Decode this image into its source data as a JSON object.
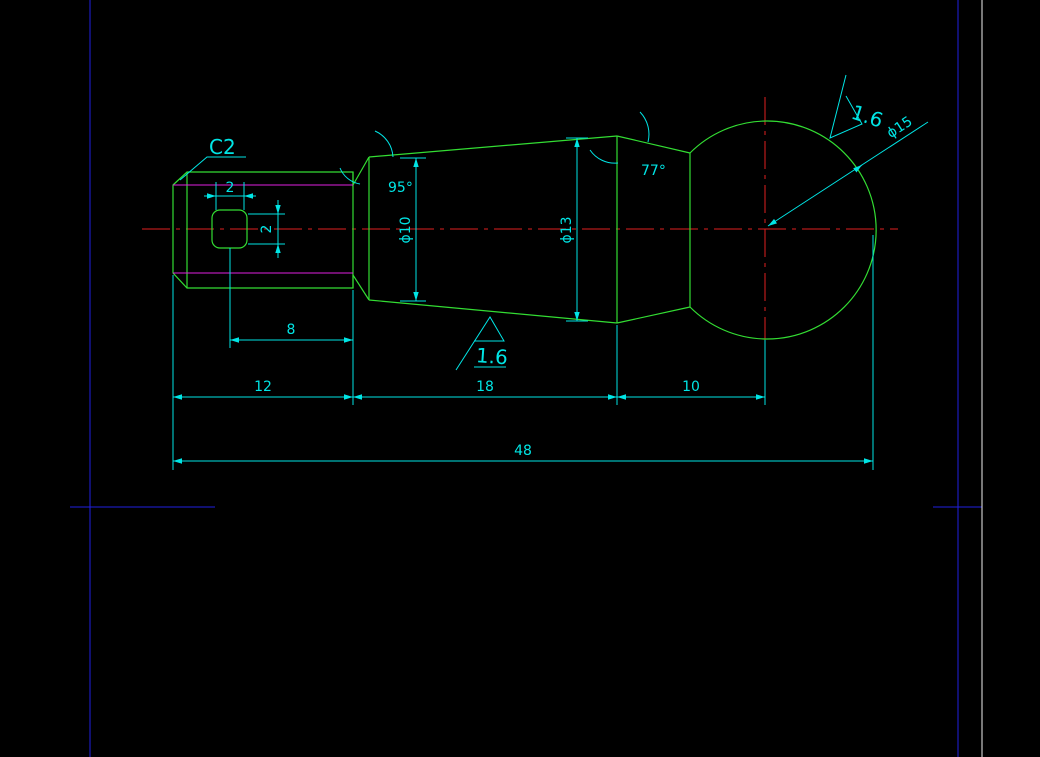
{
  "colors": {
    "background": "#000000",
    "outline": "#33dd33",
    "dimension": "#00e5e5",
    "centerline": "#e02020",
    "hidden": "#e020e0",
    "frame": "#2020e0"
  },
  "drawing": {
    "chamfer_note": "C2",
    "dimensions": {
      "length_12": "12",
      "length_18": "18",
      "length_10": "10",
      "length_48": "48",
      "length_8": "8",
      "slot_width": "2",
      "slot_height": "2",
      "dia_10": "ϕ10",
      "dia_13": "ϕ13",
      "dia_15": "ϕ15",
      "angle_95": "95°",
      "angle_77": "77°"
    },
    "roughness": {
      "cone": "1.6",
      "sphere": "1.6"
    }
  }
}
